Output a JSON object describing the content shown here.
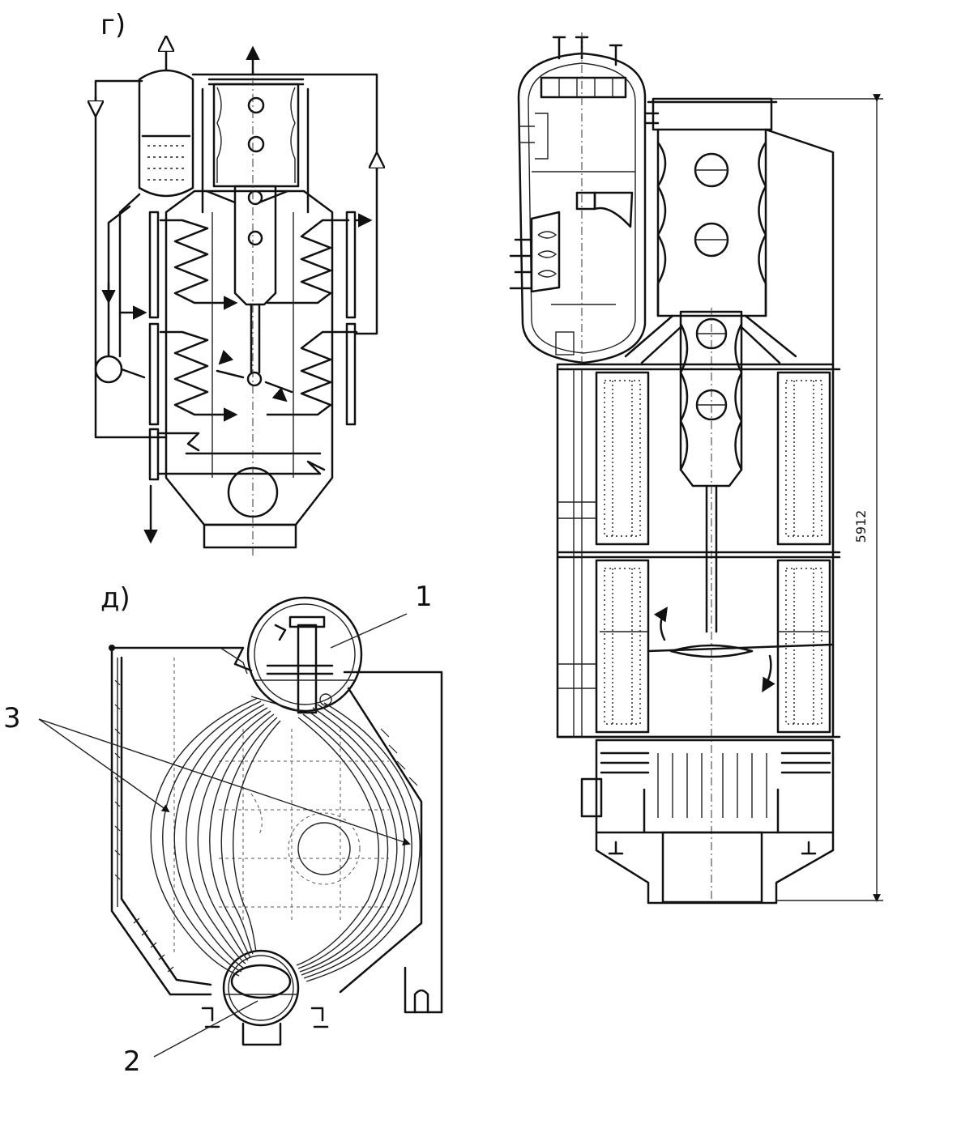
{
  "panels": {
    "g": {
      "label": "г)"
    },
    "d": {
      "label": "д)"
    }
  },
  "callouts": [
    {
      "id": "1",
      "text": "1"
    },
    {
      "id": "2",
      "text": "2"
    },
    {
      "id": "3",
      "text": "3"
    }
  ],
  "dimension": {
    "text": "5912"
  }
}
